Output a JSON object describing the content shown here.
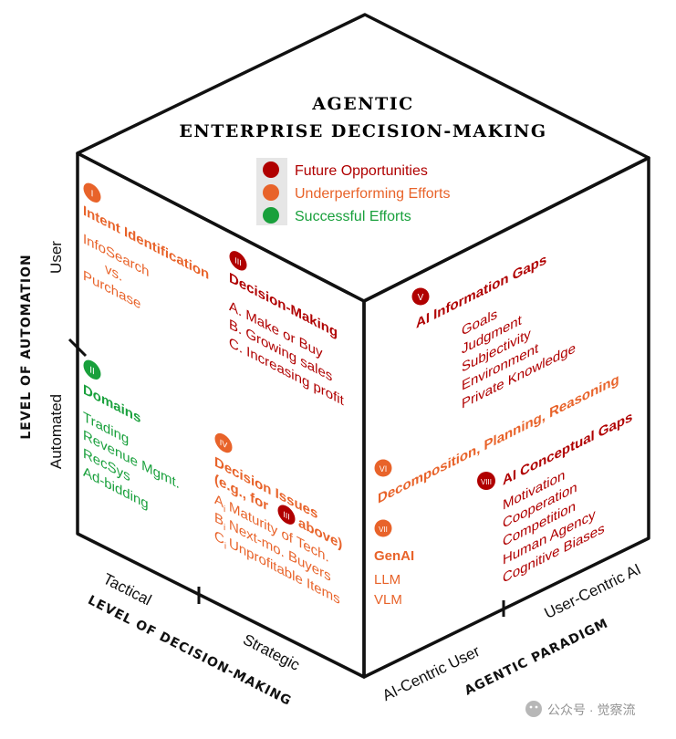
{
  "title": {
    "line1": "AGENTIC",
    "line2": "ENTERPRISE DECISION-MAKING"
  },
  "legend": [
    {
      "label": "Future Opportunities",
      "color": "#b00000"
    },
    {
      "label": "Underperforming Efforts",
      "color": "#e8632a"
    },
    {
      "label": "Successful Efforts",
      "color": "#19a03c"
    }
  ],
  "colors": {
    "red": "#b00000",
    "orange": "#e8632a",
    "green": "#19a03c",
    "edge": "#111111"
  },
  "front": {
    "i": {
      "badge": "I",
      "heading": "Intent Identification",
      "items": [
        "InfoSearch",
        "vs.",
        "Purchase"
      ]
    },
    "iii": {
      "badge": "III",
      "heading": "Decision-Making",
      "items": [
        "A. Make or Buy",
        "B. Growing sales",
        "C. Increasing profit"
      ]
    },
    "ii": {
      "badge": "II",
      "heading": "Domains",
      "items": [
        "Trading",
        "Revenue Mgmt.",
        "RecSys",
        "Ad-bidding"
      ]
    },
    "iv": {
      "badge": "IV",
      "heading_line1": "Decision Issues",
      "heading_line2a": "(e.g., for",
      "inline_badge": "III",
      "heading_line2b": "above)",
      "items": [
        "Maturity of Tech.",
        "Next-mo. Buyers",
        "Unprofitable Items"
      ],
      "subs": [
        "A",
        "B",
        "C"
      ],
      "sub_index": "i"
    }
  },
  "right": {
    "v": {
      "badge": "V",
      "heading": "AI Information Gaps",
      "items": [
        "Goals",
        "Judgment",
        "Subjectivity",
        "Environment",
        "Private Knowledge"
      ]
    },
    "vi": {
      "badge": "VI",
      "heading": "Decomposition, Planning, Reasoning"
    },
    "vii": {
      "badge": "VII",
      "heading": "GenAI",
      "items": [
        "LLM",
        "VLM"
      ]
    },
    "viii": {
      "badge": "VIII",
      "heading": "AI Conceptual Gaps",
      "items": [
        "Motivation",
        "Cooperation",
        "Competition",
        "Human Agency",
        "Cognitive Biases"
      ]
    }
  },
  "axes": {
    "automation": {
      "title": "LEVEL OF AUTOMATION",
      "top": "User",
      "bottom": "Automated"
    },
    "decision": {
      "title": "LEVEL OF DECISION-MAKING",
      "left": "Tactical",
      "right": "Strategic"
    },
    "paradigm": {
      "title": "AGENTIC PARADIGM",
      "left": "AI-Centric User",
      "right": "User-Centric AI"
    }
  },
  "watermark": "公众号 · 觉察流"
}
